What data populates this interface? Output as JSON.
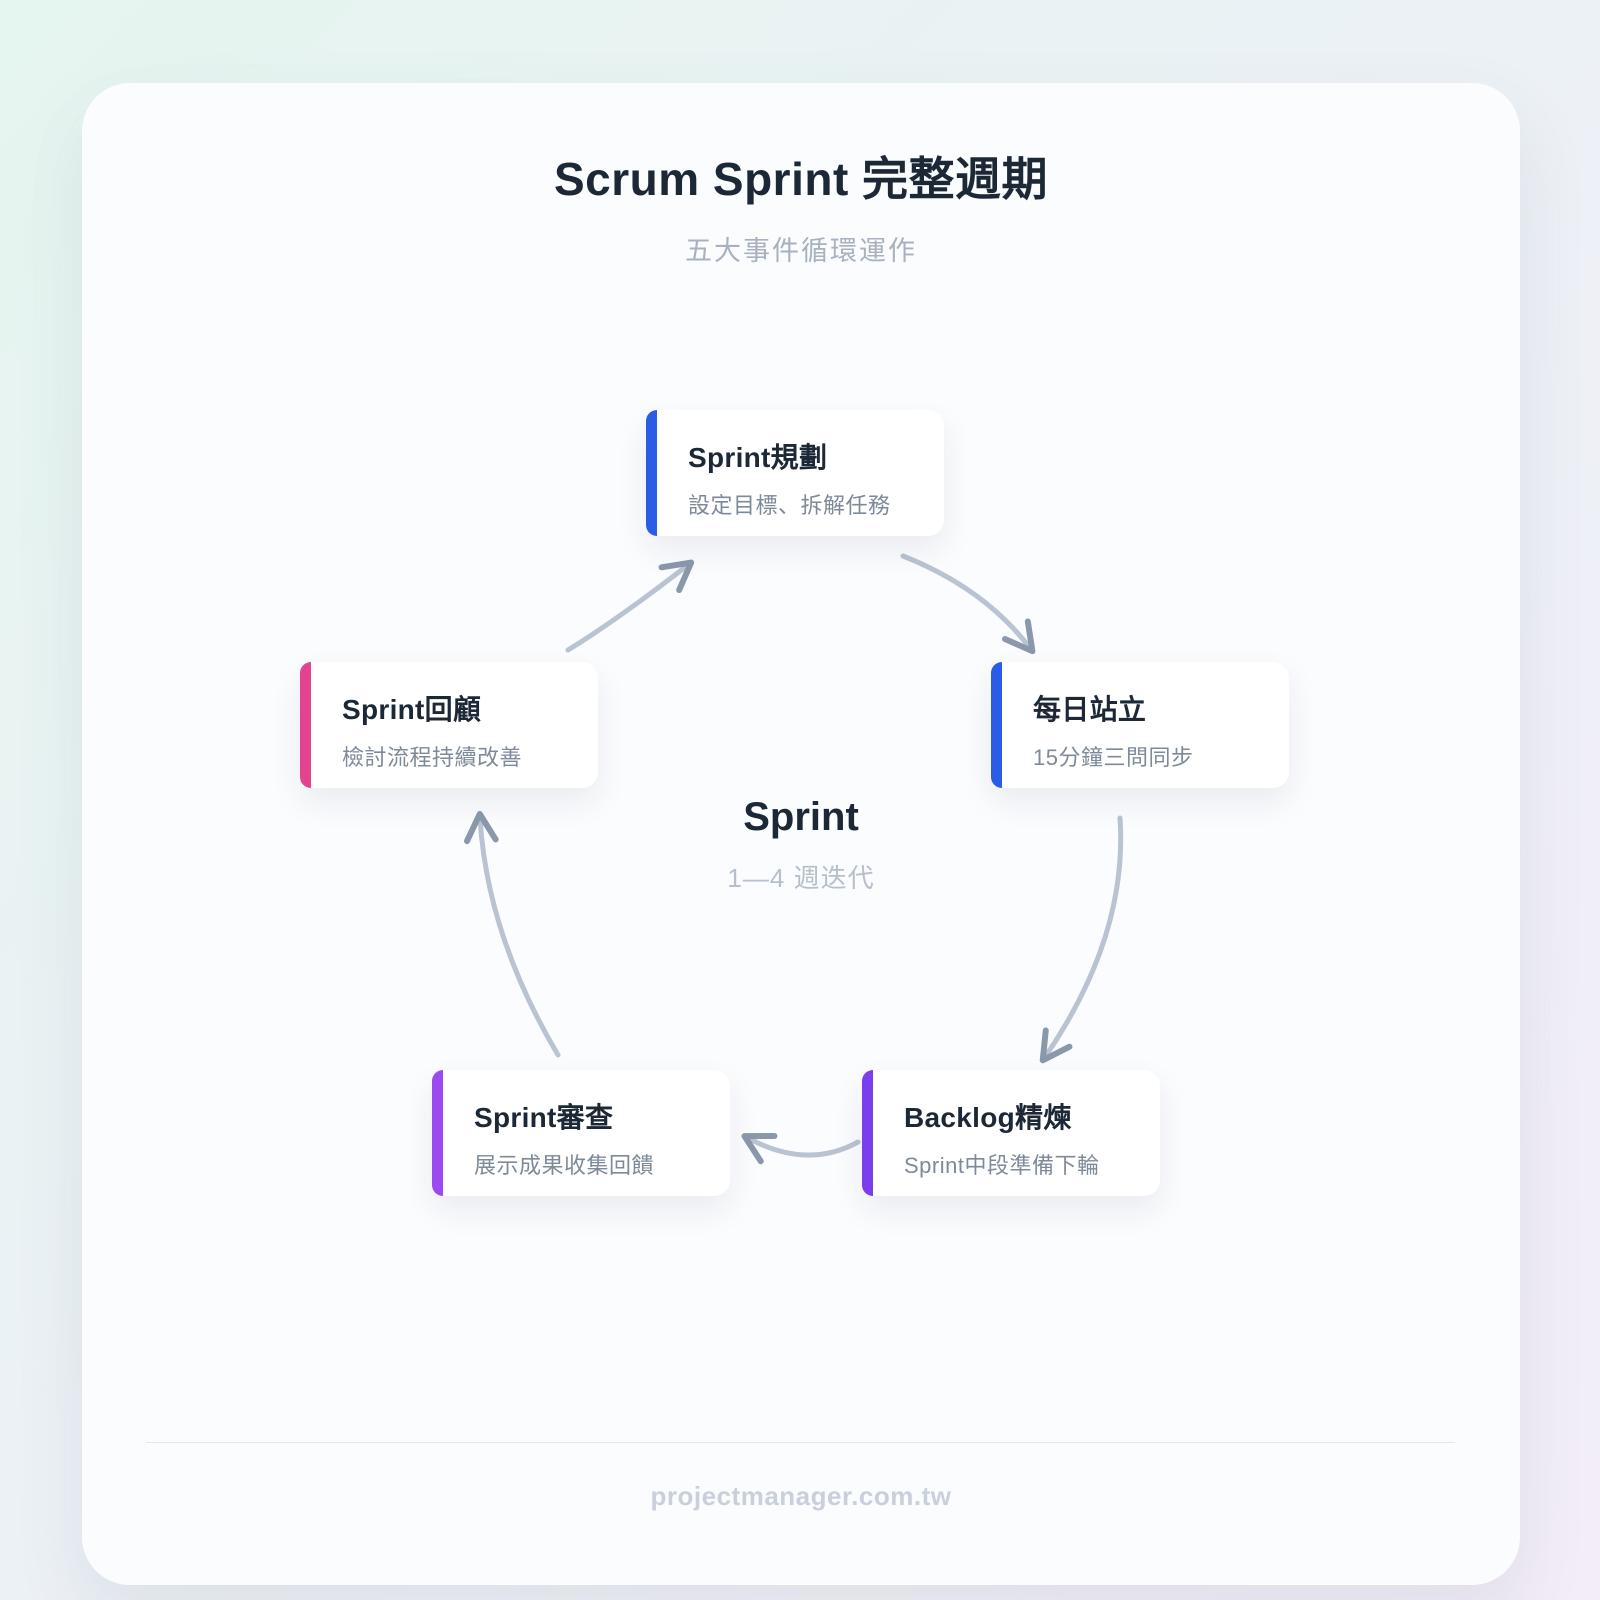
{
  "header": {
    "title": "Scrum Sprint 完整週期",
    "subtitle": "五大事件循環運作"
  },
  "center": {
    "label": "Sprint",
    "sublabel": "1—4 週迭代"
  },
  "cards": [
    {
      "title": "Sprint規劃",
      "desc": "設定目標、拆解任務",
      "accent": "#2b5ce6"
    },
    {
      "title": "每日站立",
      "desc": "15分鐘三問同步",
      "accent": "#2b5ce6"
    },
    {
      "title": "Backlog精煉",
      "desc": "Sprint中段準備下輪",
      "accent": "#7c3ded"
    },
    {
      "title": "Sprint審查",
      "desc": "展示成果收集回饋",
      "accent": "#9b4af0"
    },
    {
      "title": "Sprint回顧",
      "desc": "檢討流程持續改善",
      "accent": "#e5438f"
    }
  ],
  "footer": {
    "text": "projectmanager.com.tw"
  },
  "colors": {
    "arrow_line": "#b9c3d2",
    "arrow_head": "#8b98ac"
  }
}
